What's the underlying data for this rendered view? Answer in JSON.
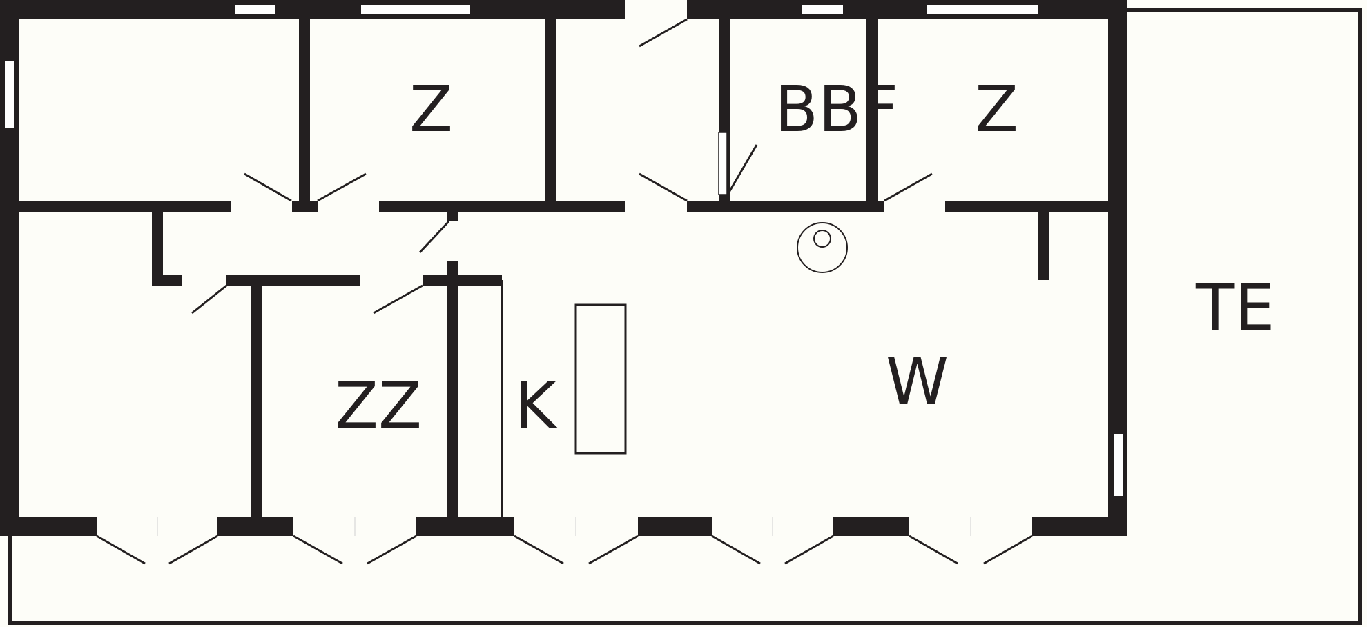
{
  "rooms": {
    "bedroom_top_mid": "Z",
    "bathroom": "BBF",
    "bedroom_top_right": "Z",
    "bedroom_double": "ZZ",
    "kitchen": "K",
    "living_room": "W",
    "terrace": "TE"
  },
  "colors": {
    "wall": "#231f20",
    "background": "#fdfdf8"
  }
}
